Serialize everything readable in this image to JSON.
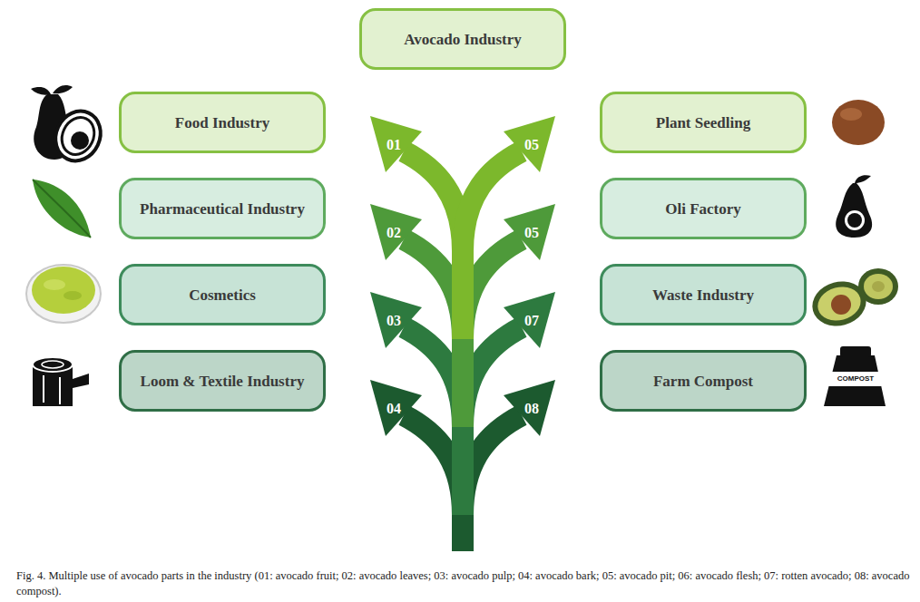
{
  "diagram": {
    "caption": "Fig. 4. Multiple use of avocado parts in the industry (01: avocado fruit; 02: avocado leaves; 03: avocado pulp; 04: avocado bark; 05: avocado pit; 06: avocado flesh; 07: rotten avocado; 08: avocado compost).",
    "nodes": [
      {
        "text": [
          "Avocado Industry"
        ]
      },
      {
        "text": [
          "Food Industry"
        ]
      },
      {
        "text": [
          "Plant Seedling"
        ]
      },
      {
        "text": [
          "Pharmaceutical Industry"
        ]
      },
      {
        "text": [
          "Oli Factory"
        ]
      },
      {
        "text": [
          "Cosmetics"
        ]
      },
      {
        "text": [
          "Waste Industry"
        ]
      },
      {
        "text": [
          "Loom & Textile Industry"
        ]
      },
      {
        "text": [
          "Farm Compost"
        ]
      }
    ],
    "labels": [
      "01",
      "05",
      "02",
      "05",
      "03",
      "07",
      "04",
      "08",
      "COMPOST"
    ]
  }
}
